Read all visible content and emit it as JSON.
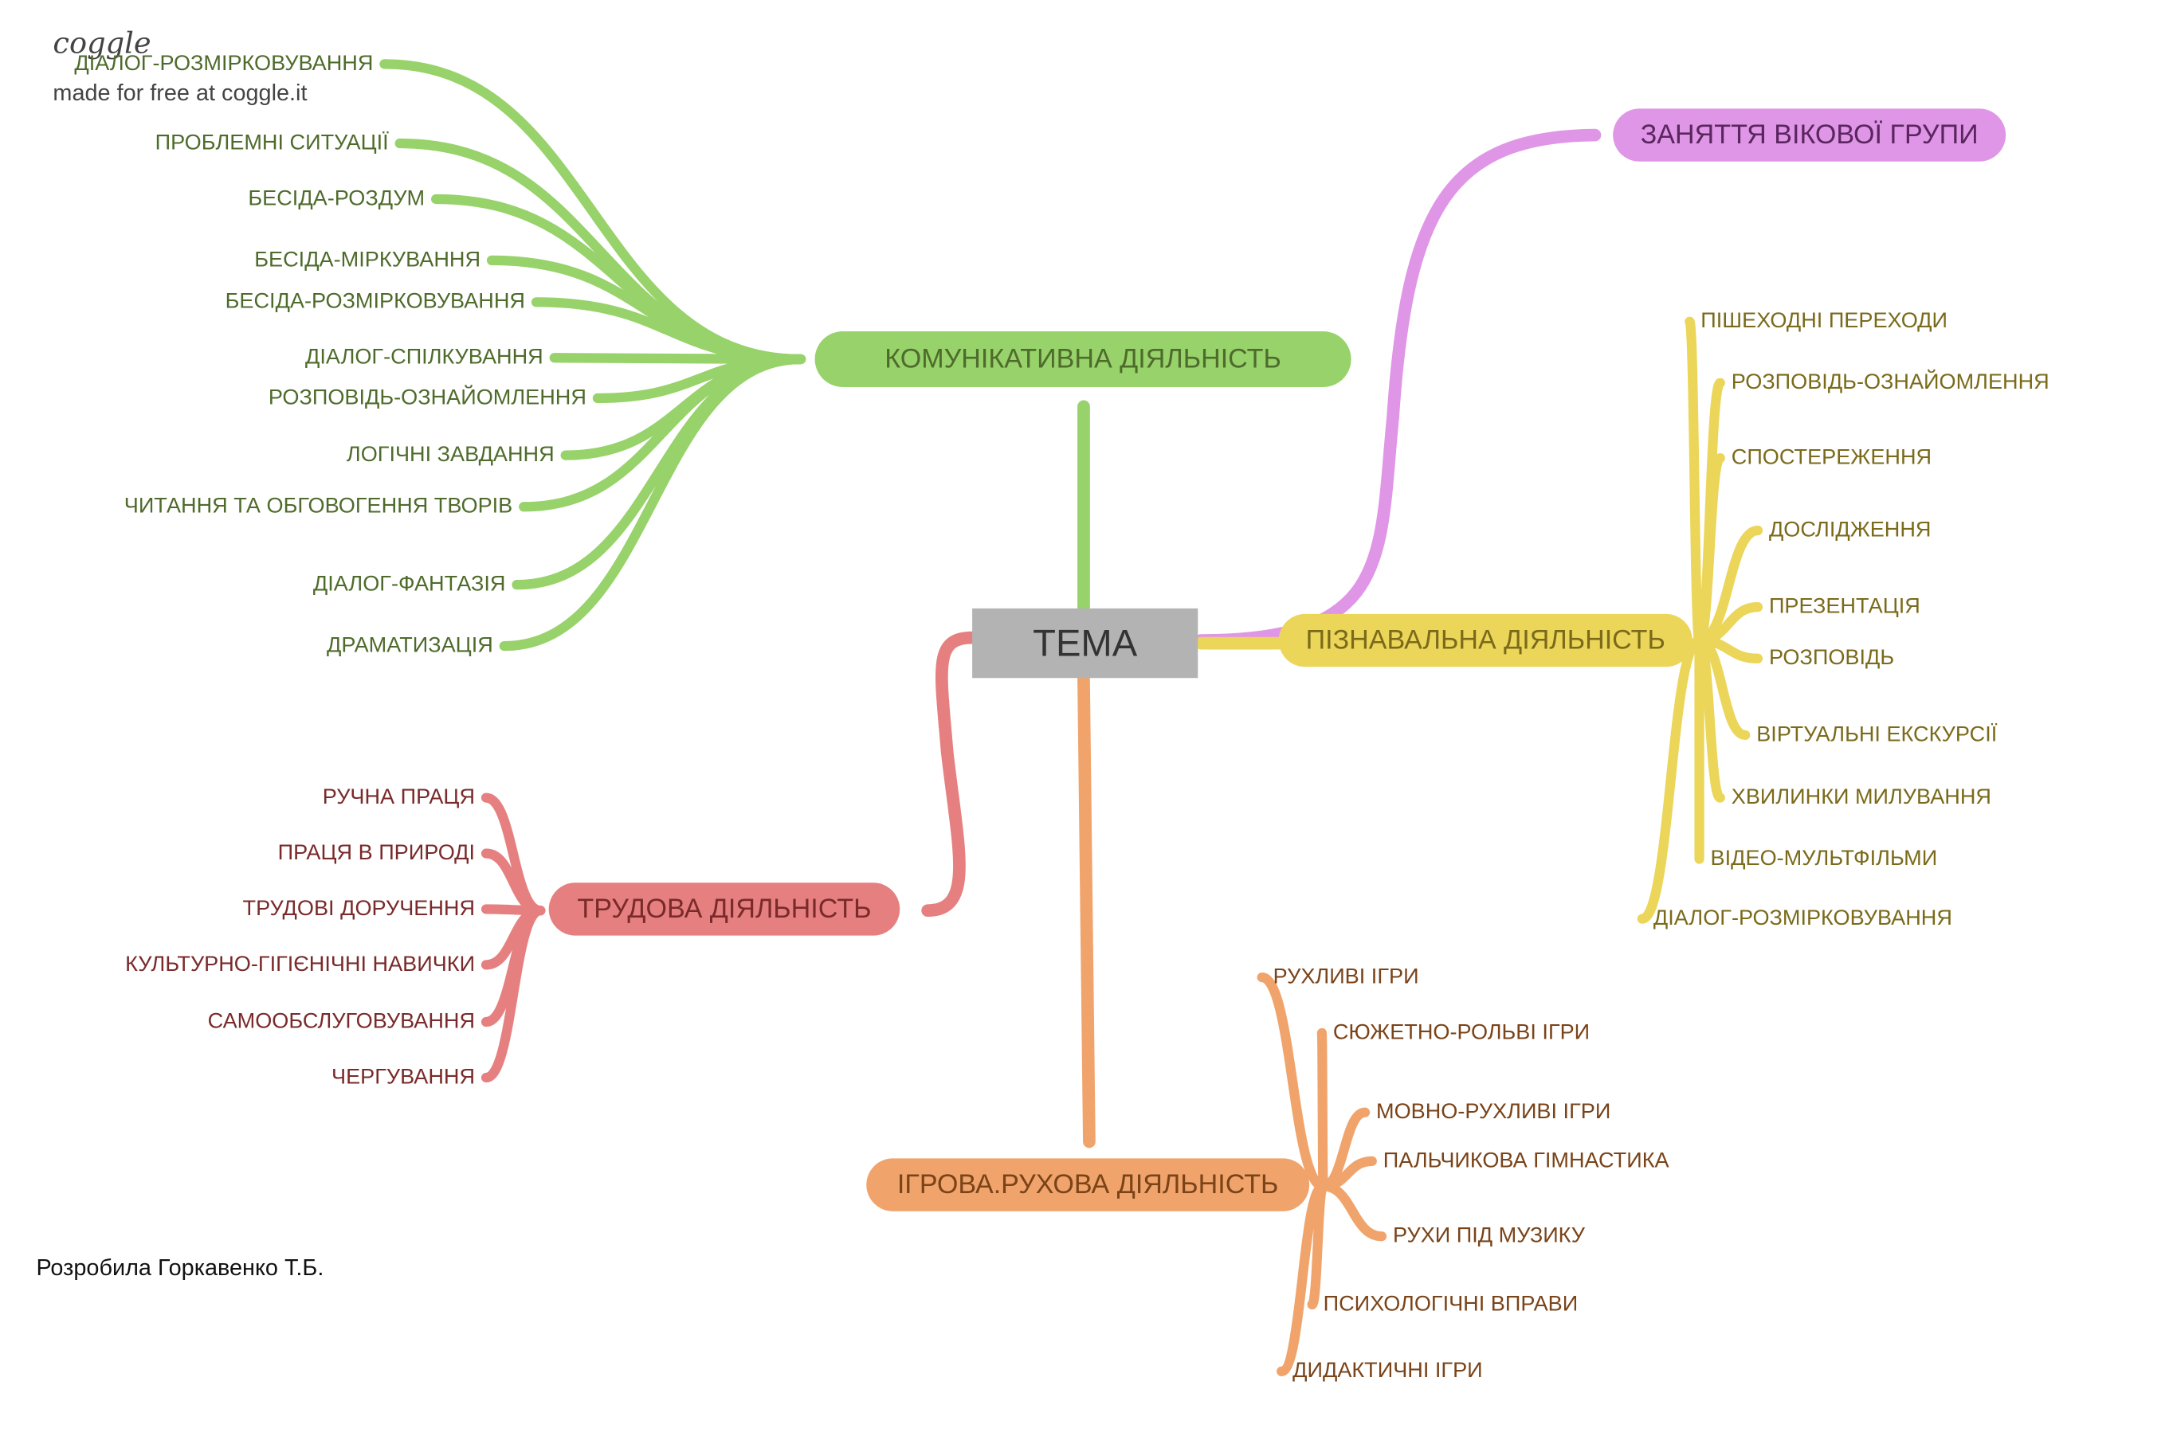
{
  "brand": {
    "logo_text": "coggle",
    "tagline": "made for free at coggle.it"
  },
  "author": "Розробила Горкавенко Т.Б.",
  "central": {
    "label": "ТЕМА",
    "color": "#b3b3b3"
  },
  "branches": {
    "communicative": {
      "label": "КОМУНІКАТИВНА ДІЯЛЬНІСТЬ",
      "color": "#97d26a",
      "text_color": "#4e6b2b",
      "items": [
        "ДІАЛОГ-РОЗМІРКОВУВАННЯ",
        "ПРОБЛЕМНІ СИТУАЦІЇ",
        "БЕСІДА-РОЗДУМ",
        "БЕСІДА-МІРКУВАННЯ",
        "БЕСІДА-РОЗМІРКОВУВАННЯ",
        "ДІАЛОГ-СПІЛКУВАННЯ",
        "РОЗПОВІДЬ-ОЗНАЙОМЛЕННЯ",
        "ЛОГІЧНІ ЗАВДАННЯ",
        "ЧИТАННЯ ТА ОБГОВОГЕННЯ ТВОРІВ",
        "ДІАЛОГ-ФАНТАЗІЯ",
        "ДРАМАТИЗАЦІЯ"
      ]
    },
    "age_group": {
      "label": "ЗАНЯТТЯ ВІКОВОЇ ГРУПИ",
      "color": "#e096e6",
      "text_color": "#5a2660"
    },
    "cognitive": {
      "label": "ПІЗНАВАЛЬНА ДІЯЛЬНІСТЬ",
      "color": "#ebd65a",
      "text_color": "#7a6a1a",
      "items": [
        "ПІШЕХОДНІ ПЕРЕХОДИ",
        "РОЗПОВІДЬ-ОЗНАЙОМЛЕННЯ",
        "СПОСТЕРЕЖЕННЯ",
        "ДОСЛІДЖЕННЯ",
        "ПРЕЗЕНТАЦІЯ",
        "РОЗПОВІДЬ",
        "ВІРТУАЛЬНІ ЕКСКУРСІЇ",
        "ХВИЛИНКИ МИЛУВАННЯ",
        "ВІДЕО-МУЛЬТФІЛЬМИ",
        "ДІАЛОГ-РОЗМІРКОВУВАННЯ"
      ]
    },
    "labor": {
      "label": "ТРУДОВА ДІЯЛЬНІСТЬ",
      "color": "#e68080",
      "text_color": "#7a2a2a",
      "items": [
        "РУЧНА ПРАЦЯ",
        "ПРАЦЯ В ПРИРОДІ",
        "ТРУДОВІ ДОРУЧЕННЯ",
        "КУЛЬТУРНО-ГІГІЄНІЧНІ НАВИЧКИ",
        "САМООБСЛУГОВУВАННЯ",
        "ЧЕРГУВАННЯ"
      ]
    },
    "game": {
      "label": "ІГРОВА.РУХОВА ДІЯЛЬНІСТЬ",
      "color": "#f0a46c",
      "text_color": "#7a4318",
      "items": [
        "РУХЛИВІ ІГРИ",
        "СЮЖЕТНО-РОЛЬВІ ІГРИ",
        "МОВНО-РУХЛИВІ ІГРИ",
        "ПАЛЬЧИКОВА ГІМНАСТИКА",
        "РУХИ ПІД МУЗИКУ",
        "ПСИХОЛОГІЧНІ ВПРАВИ",
        "ДИДАКТИЧНІ ІГРИ"
      ]
    }
  }
}
